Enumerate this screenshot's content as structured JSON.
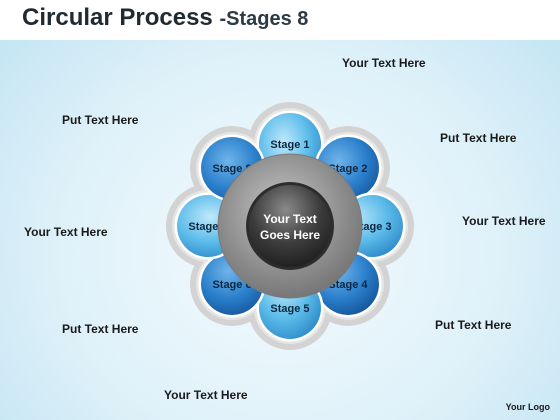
{
  "title": {
    "main": "Circular Process",
    "sub": "-Stages 8"
  },
  "center": {
    "line1": "Your Text",
    "line2": "Goes Here"
  },
  "stages": [
    "Stage 1",
    "Stage 2",
    "Stage 3",
    "Stage 4",
    "Stage 5",
    "Stage 6",
    "Stage 7",
    "Stage 8"
  ],
  "side_texts": [
    "Your Text Here",
    "Put Text Here",
    "Your Text Here",
    "Put Text Here",
    "Your Text Here",
    "Put Text Here",
    "Your Text Here",
    "Put Text Here"
  ],
  "logo": "Your Logo",
  "colors": {
    "stage_light": "#6fc6ee",
    "stage_dark": "#1f72bf",
    "ring_gray": "#d3d3d3",
    "hub_gray": "#8a8a8a",
    "hub_dark": "#3a3a3a",
    "text_dark": "#1a1a1a"
  }
}
